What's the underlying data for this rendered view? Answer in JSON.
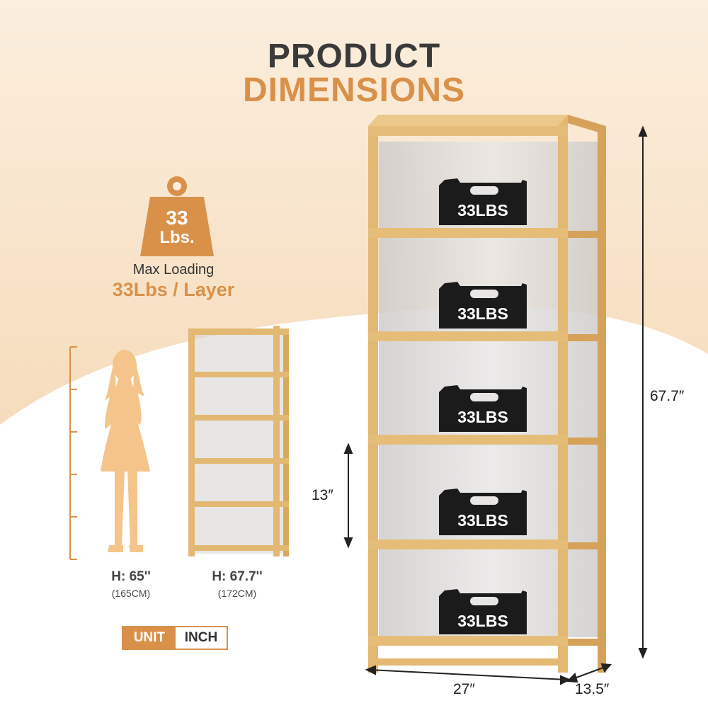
{
  "title": {
    "line1": "PRODUCT",
    "line2": "DIMENSIONS"
  },
  "weight_badge": {
    "value": "33",
    "unit": "Lbs.",
    "caption": "Max Loading",
    "spec": "33Lbs / Layer"
  },
  "person": {
    "height": "H: 65''",
    "height_cm": "(165CM)"
  },
  "shelf_small": {
    "height": "H: 67.7''",
    "height_cm": "(172CM)"
  },
  "dimensions": {
    "height": "67.7″",
    "shelf_gap": "13″",
    "width": "27″",
    "depth": "13.5″"
  },
  "weights": [
    "33LBS",
    "33LBS",
    "33LBS",
    "33LBS",
    "33LBS"
  ],
  "unit_toggle": {
    "label": "UNIT",
    "value": "INCH"
  },
  "colors": {
    "accent": "#d9914a",
    "bamboo": "#e2b872",
    "background_warm": "#f8e4cc",
    "weight_black": "#1b1b1b"
  }
}
